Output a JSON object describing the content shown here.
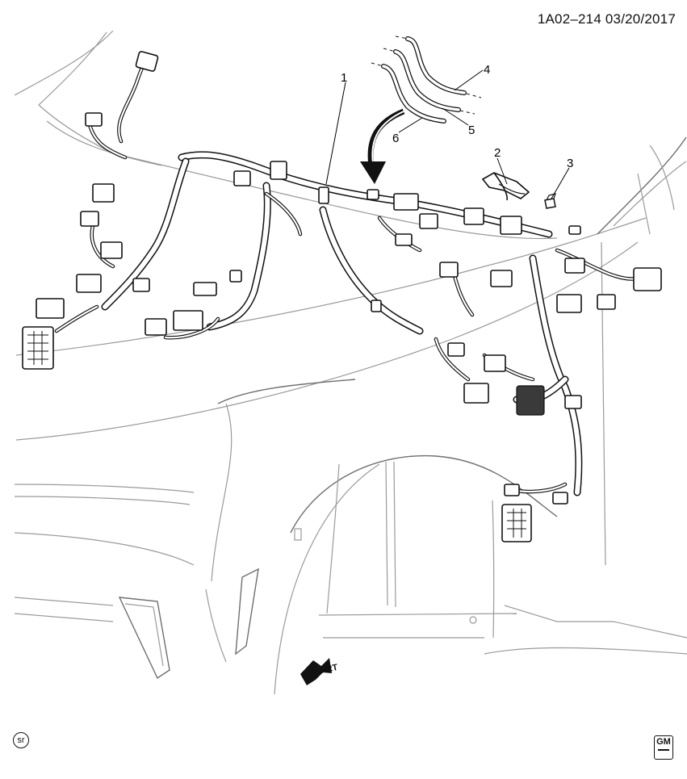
{
  "header": {
    "doc_id": "1A02–214  03/20/2017"
  },
  "callouts": [
    {
      "id": "callout-1",
      "label": "1"
    },
    {
      "id": "callout-2",
      "label": "2"
    },
    {
      "id": "callout-3",
      "label": "3"
    },
    {
      "id": "callout-4",
      "label": "4"
    },
    {
      "id": "callout-5",
      "label": "5"
    },
    {
      "id": "callout-6",
      "label": "6"
    }
  ],
  "direction_indicator": {
    "label": "FRT",
    "icon": "front-direction-arrow-icon"
  },
  "footer": {
    "badge": {
      "label": "sr",
      "icon": "sr-badge-icon"
    },
    "logo": {
      "label": "GM",
      "icon": "gm-logo-icon"
    }
  }
}
